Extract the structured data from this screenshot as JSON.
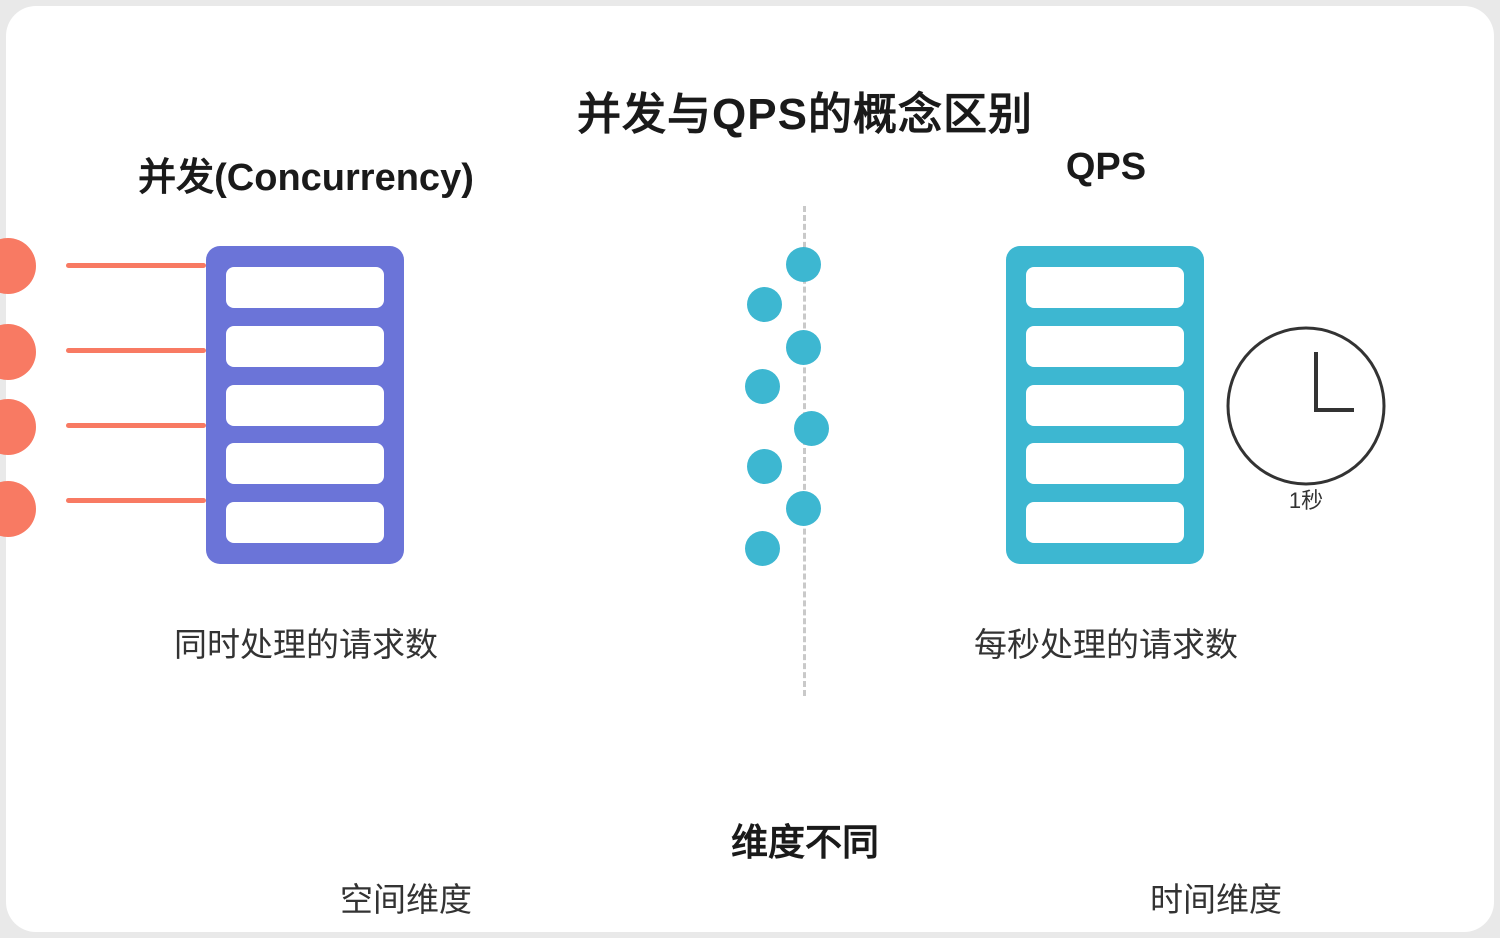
{
  "title": "并发与QPS的概念区别",
  "left": {
    "heading": "并发(Concurrency)",
    "caption": "同时处理的请求数",
    "dimension_label": "空间维度"
  },
  "right": {
    "heading": "QPS",
    "caption": "每秒处理的请求数",
    "clock_label": "1秒",
    "dimension_label": "时间维度"
  },
  "footer": {
    "divider_label": "维度不同"
  },
  "icons": {
    "left_server": "server-rack-icon",
    "right_server": "server-rack-icon",
    "clock": "clock-icon",
    "incoming_requests": "request-dot-icon"
  },
  "colors": {
    "concurrency_server": "#6B74D8",
    "incoming_request": "#F87A63",
    "qps_accent": "#3DB7D1",
    "divider_dash": "#C9C9C9",
    "text_primary": "#1A1A1A",
    "text_secondary": "#333333",
    "card_background": "#FFFFFF",
    "page_background": "#E9E9E9"
  }
}
